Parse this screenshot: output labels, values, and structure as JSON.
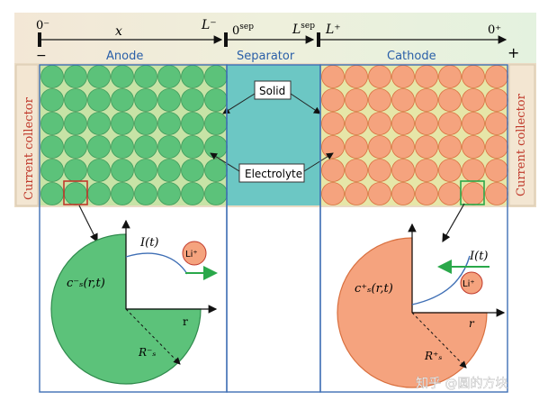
{
  "axis": {
    "origin_left": "0⁻",
    "x_label": "x",
    "anode_end": "L⁻",
    "sep_start": "0",
    "sep_start_sup": "sep",
    "sep_end": "L",
    "sep_end_sup": "sep",
    "cathode_start": "L⁺",
    "origin_right": "0⁺"
  },
  "terminals": {
    "negative": "−",
    "positive": "+"
  },
  "regions": {
    "anode": "Anode",
    "separator": "Separator",
    "cathode": "Cathode"
  },
  "collectors": {
    "left": "Current collector",
    "right": "Current collector"
  },
  "callouts": {
    "solid": "Solid",
    "electrolyte": "Electrolyte"
  },
  "left_particle": {
    "current": "I(t)",
    "ion": "Li⁺",
    "concentration": "c⁻ₛ(r,t)",
    "radius_axis": "r",
    "radius": "R⁻ₛ"
  },
  "right_particle": {
    "current": "I(t)",
    "ion": "Li⁺",
    "concentration": "c⁺ₛ(r,t)",
    "radius_axis": "r",
    "radius": "R⁺ₛ"
  },
  "watermark": "知乎 @圆的方块",
  "colors": {
    "anode_fill": "#5cc27a",
    "cathode_fill": "#f5a37e",
    "separator_fill": "#6cc7c4",
    "electrolyte_gap": "#c8e6b0",
    "frame_blue": "#3f6fb5",
    "collector_red": "#c0392b",
    "arrow_green": "#2aa84a"
  }
}
